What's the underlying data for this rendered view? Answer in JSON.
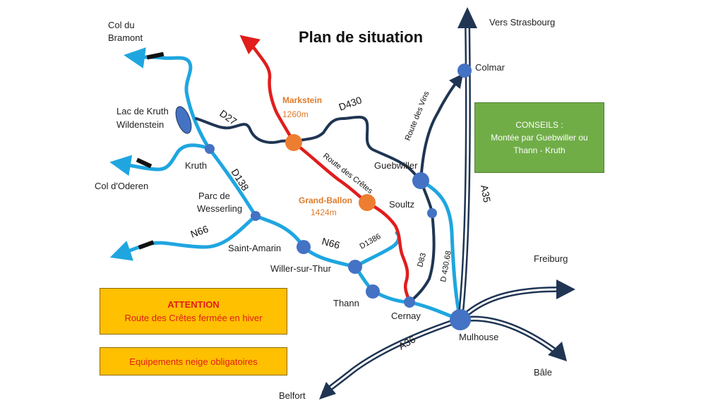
{
  "title": "Plan de situation",
  "places": {
    "col_bramont_1": "Col du",
    "col_bramont_2": "Bramont",
    "lac_kruth_1": "Lac de Kruth",
    "lac_kruth_2": "Wildenstein",
    "kruth": "Kruth",
    "col_oderen": "Col d'Oderen",
    "parc_wesserling_1": "Parc de",
    "parc_wesserling_2": "Wesserling",
    "saint_amarin": "Saint-Amarin",
    "willer": "Willer-sur-Thur",
    "thann": "Thann",
    "cernay": "Cernay",
    "soultz": "Soultz",
    "guebwiller": "Guebwiller",
    "colmar": "Colmar",
    "vers_strasbourg": "Vers Strasbourg",
    "freiburg": "Freiburg",
    "mulhouse": "Mulhouse",
    "bale": "Bâle",
    "belfort": "Belfort"
  },
  "peaks": {
    "markstein_name": "Markstein",
    "markstein_alt": "1260m",
    "grand_ballon_name": "Grand-Ballon",
    "grand_ballon_alt": "1424m"
  },
  "roads": {
    "d27": "D27",
    "d430": "D430",
    "d138": "D138",
    "n66_west": "N66",
    "n66_east": "N66",
    "d1386": "D1386",
    "d83": "D83",
    "d43068": "D 430.68",
    "a35": "A35",
    "a36": "A36",
    "route_cretes": "Route des Crêtes",
    "route_vins": "Route des Vins"
  },
  "boxes": {
    "attention_title": "ATTENTION",
    "attention_text": "Route des Crêtes fermée en hiver",
    "equipements": "Equipements neige obligatoires",
    "conseils_title": "CONSEILS :",
    "conseils_line1": "Montée par Guebwiller ou",
    "conseils_line2": "Thann - Kruth"
  },
  "colors": {
    "light_road": "#1fa6e0",
    "dark_road": "#1f3553",
    "cretes_road": "#e11d1d",
    "town_dot": "#4472c4",
    "peak_dot": "#ed7d31",
    "warning_box": "#ffc000",
    "advice_box": "#70ad47"
  }
}
